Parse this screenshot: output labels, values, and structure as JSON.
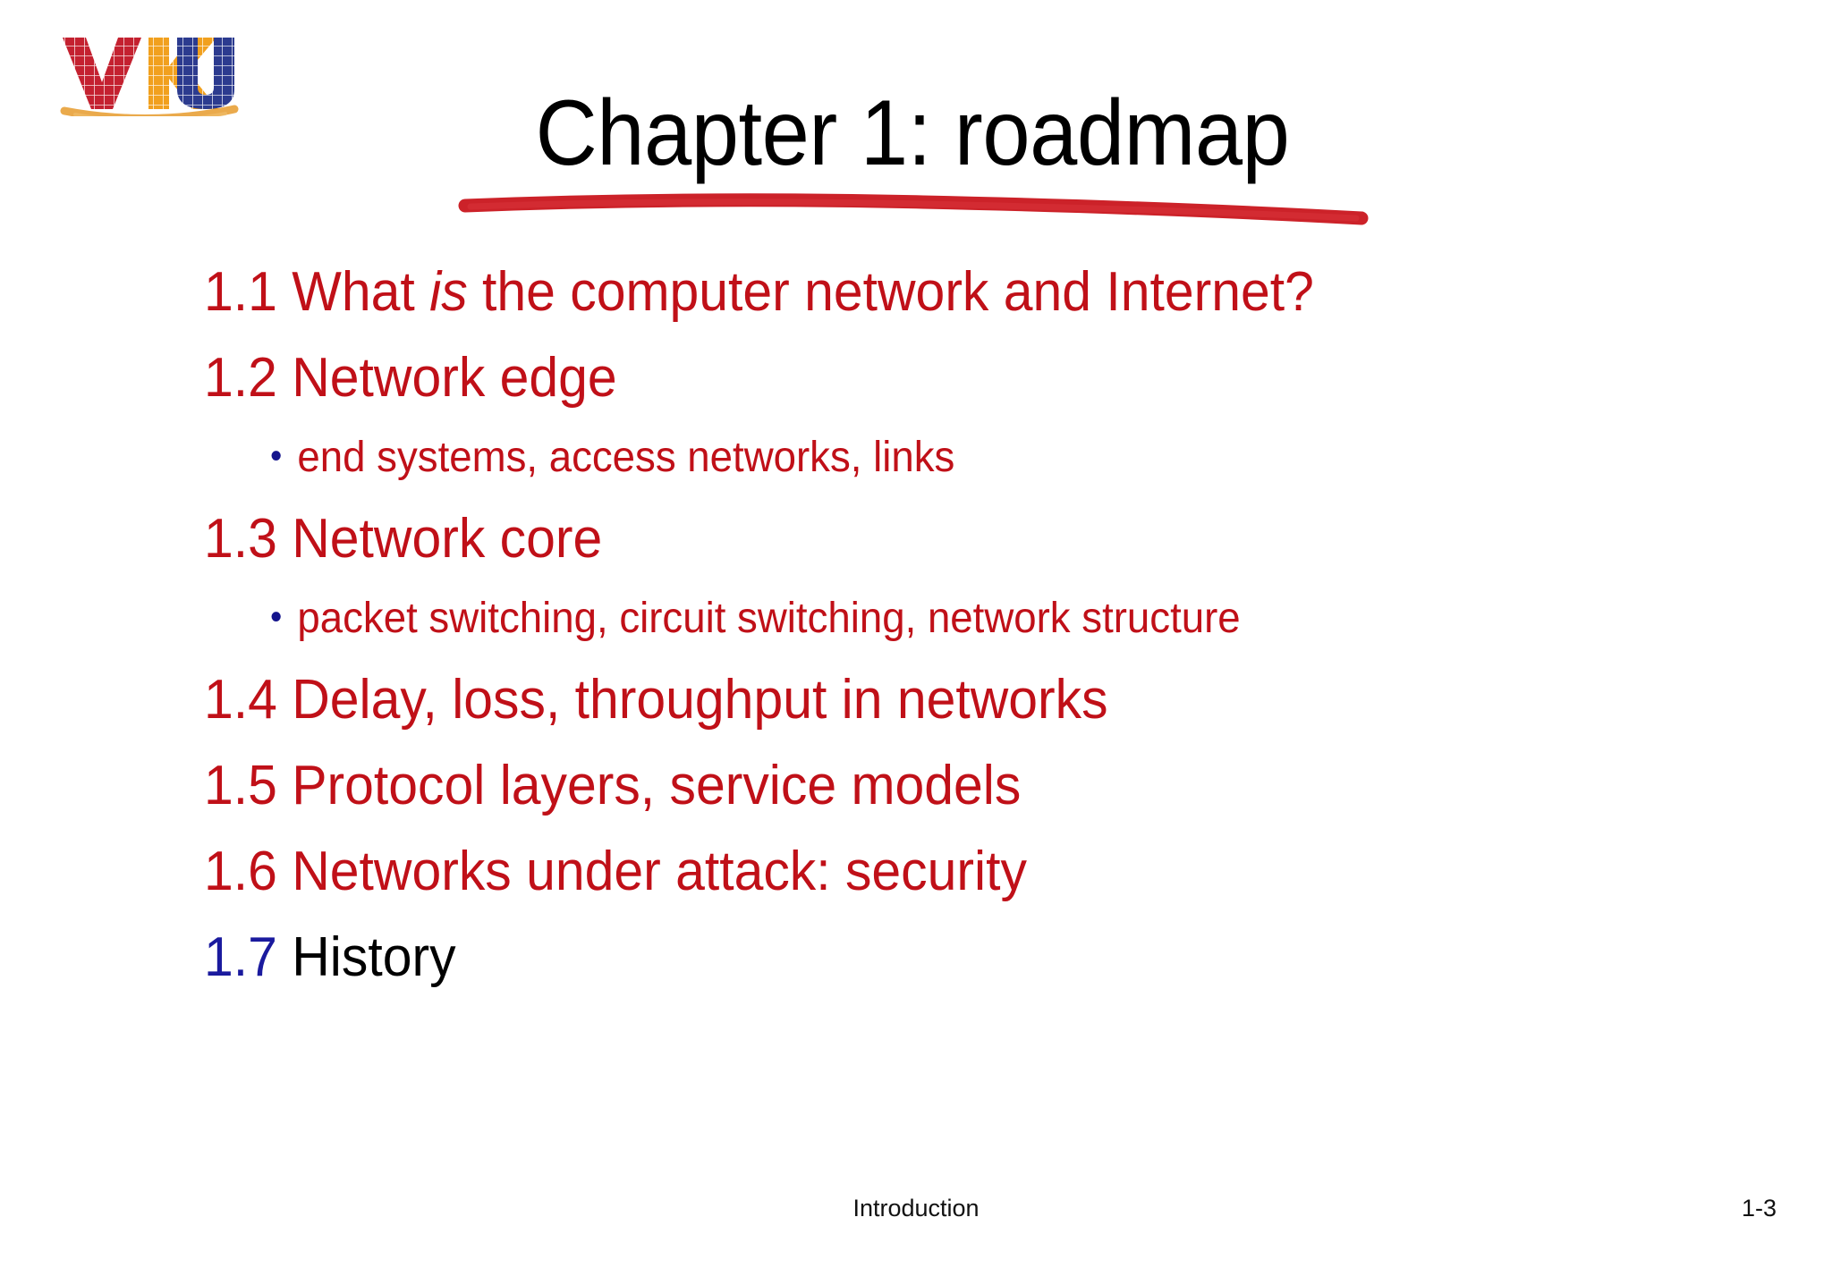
{
  "brand": {
    "logo_alt": "VKU",
    "letters": [
      {
        "char": "V",
        "color": "#C42130"
      },
      {
        "char": "K",
        "color": "#F1A01E"
      },
      {
        "char": "U",
        "color": "#2C3B8F"
      }
    ],
    "arc_color": "#E8A33D"
  },
  "title": {
    "text": "Chapter 1: roadmap",
    "color": "#000000",
    "underline_color": "#CC2229"
  },
  "roadmap": {
    "items": [
      {
        "number": "1.1",
        "text_before": " What ",
        "emphasis": "is",
        "text_after": " the computer network and Internet?",
        "number_color": "#C01018",
        "text_color": "#C01018",
        "has_emphasis": true
      },
      {
        "number": "1.2",
        "text": " Network edge",
        "number_color": "#C01018",
        "text_color": "#C01018",
        "bullets": [
          {
            "bullet": "•",
            "bullet_color": "#14148C",
            "text": "end systems, access networks, links",
            "text_color": "#C01018"
          }
        ]
      },
      {
        "number": "1.3",
        "text": " Network core",
        "number_color": "#C01018",
        "text_color": "#C01018",
        "bullets": [
          {
            "bullet": "•",
            "bullet_color": "#14148C",
            "text": "packet switching, circuit switching, network structure",
            "text_color": "#C01018"
          }
        ]
      },
      {
        "number": "1.4",
        "text": " Delay, loss, throughput in networks",
        "number_color": "#C01018",
        "text_color": "#C01018"
      },
      {
        "number": "1.5",
        "text": " Protocol layers, service models",
        "number_color": "#C01018",
        "text_color": "#C01018"
      },
      {
        "number": "1.6",
        "text": " Networks under attack: security",
        "number_color": "#C01018",
        "text_color": "#C01018"
      },
      {
        "number": "1.7",
        "text": " History",
        "number_color": "#1A1A9E",
        "text_color": "#000000"
      }
    ]
  },
  "footer": {
    "center_label": "Introduction",
    "page_label": "1-3"
  }
}
